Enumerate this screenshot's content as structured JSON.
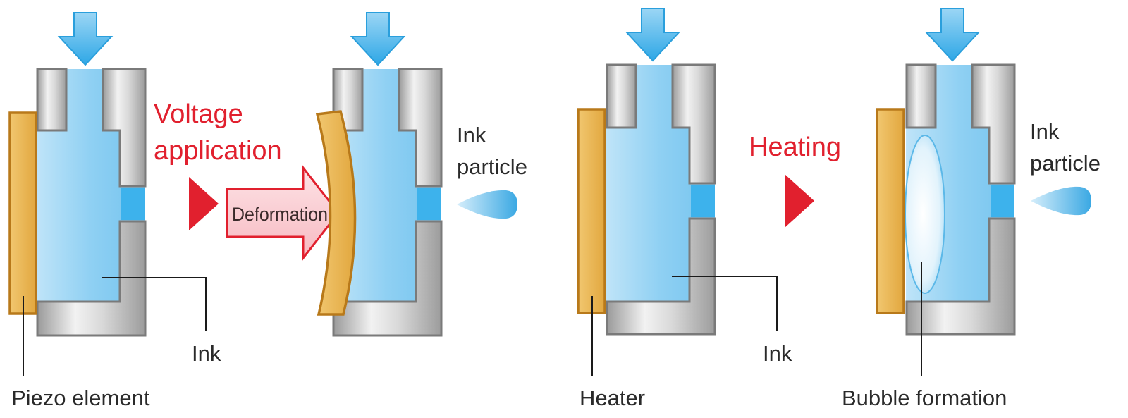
{
  "labels": {
    "voltage_line1": "Voltage",
    "voltage_line2": "application",
    "deformation": "Deformation",
    "ink_particle_1a": "Ink",
    "ink_particle_1b": "particle",
    "ink_left": "Ink",
    "piezo_element": "Piezo element",
    "heating": "Heating",
    "ink_particle_2a": "Ink",
    "ink_particle_2b": "particle",
    "ink_right": "Ink",
    "heater": "Heater",
    "bubble_formation": "Bubble formation"
  },
  "colors": {
    "ink": "#8fd0f3",
    "arrow_blue": "#4db6ea",
    "accent_red": "#e1202e",
    "piezo_gold": "#e8b14e",
    "metal_gray": "#bdbdbd"
  }
}
